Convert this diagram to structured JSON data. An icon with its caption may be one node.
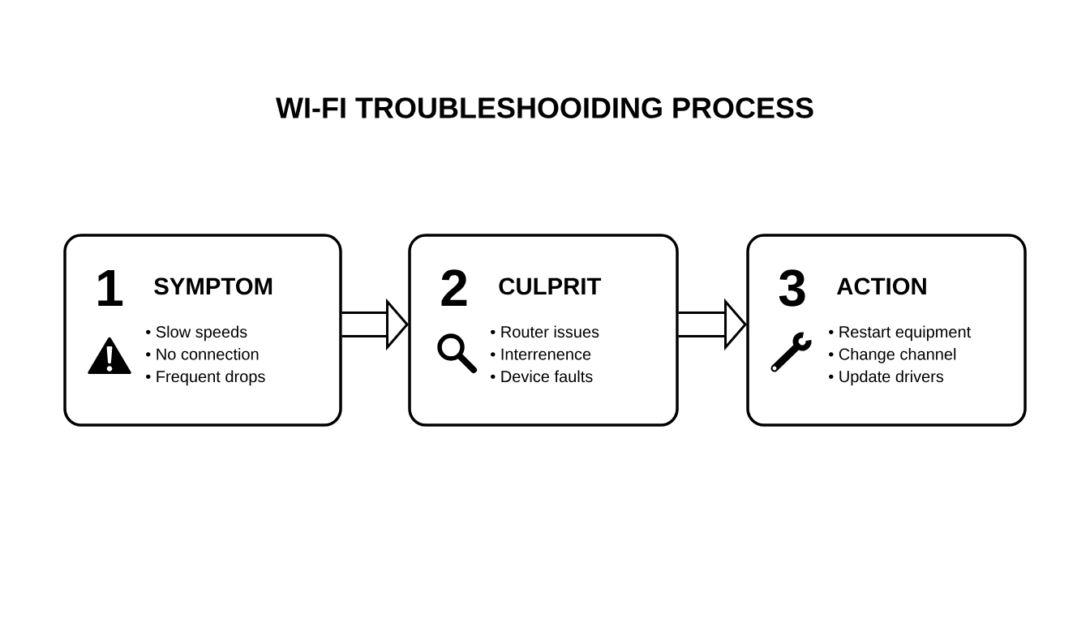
{
  "diagram": {
    "title": "WI-FI TROUBLESHOOIDING PROCESS",
    "nodes": [
      {
        "text": [
          "1",
          "SYMPTOM",
          "• Slow speeds",
          "• No connection",
          "• Frequent drops"
        ]
      },
      {
        "text": [
          "2",
          "CULPRIT",
          "• Router issues",
          "• Interrenence",
          "• Device faults"
        ]
      },
      {
        "text": [
          "3",
          "ACTION",
          "• Restart equipment",
          "• Change channel",
          "• Update drivers"
        ]
      }
    ],
    "edges": [
      {
        "from": 0,
        "to": 1,
        "arrow": "to"
      },
      {
        "from": 1,
        "to": 2,
        "arrow": "to"
      }
    ]
  }
}
